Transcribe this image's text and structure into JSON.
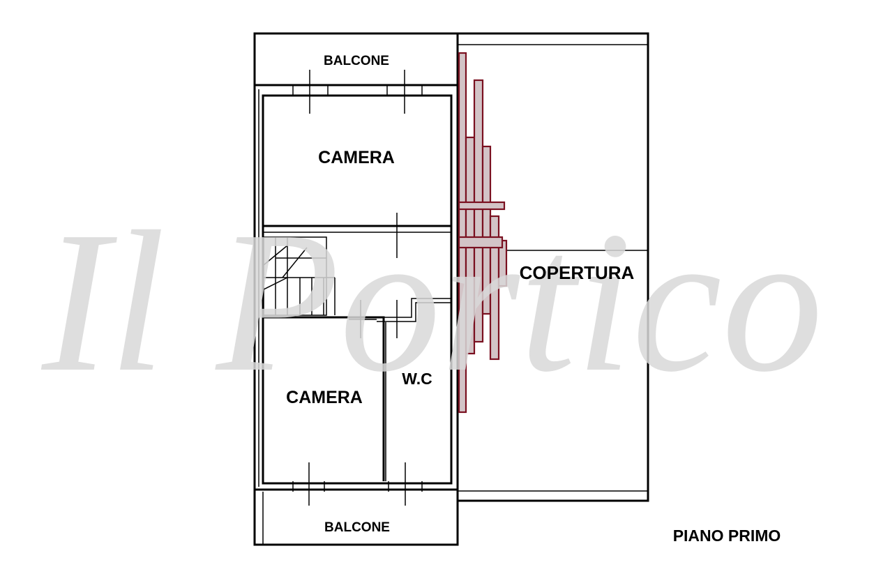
{
  "plan": {
    "rooms": {
      "balcony_top": "BALCONE",
      "bedroom_top": "CAMERA",
      "roof": "COPERTURA",
      "bedroom_bottom": "CAMERA",
      "wc": "W.C",
      "balcony_bottom": "BALCONE"
    },
    "floor_title": "PIANO PRIMO",
    "watermark": "Il Portico",
    "colors": {
      "walls": "#000000",
      "roof_tiles_stroke": "#7a1020",
      "roof_tiles_fill": "#d3c4c7",
      "watermark": "#d9d9d9"
    }
  }
}
